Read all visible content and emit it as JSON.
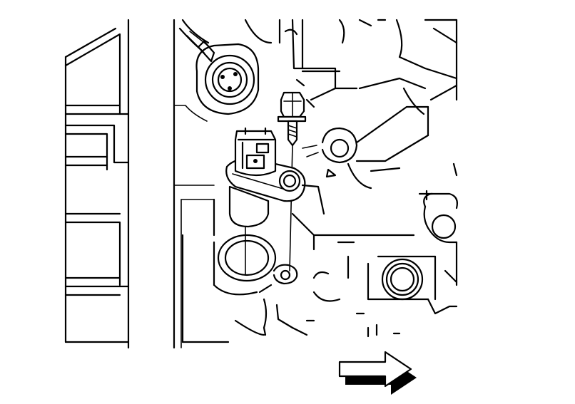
{
  "diagram": {
    "type": "technical-line-illustration",
    "components": [
      "electrical-connector",
      "sensor",
      "mounting-bolt",
      "sensor-bore",
      "bolt-hole",
      "housing-boss",
      "direction-arrow"
    ],
    "line_color": "#000000",
    "background_color": "#ffffff",
    "text_labels": []
  }
}
